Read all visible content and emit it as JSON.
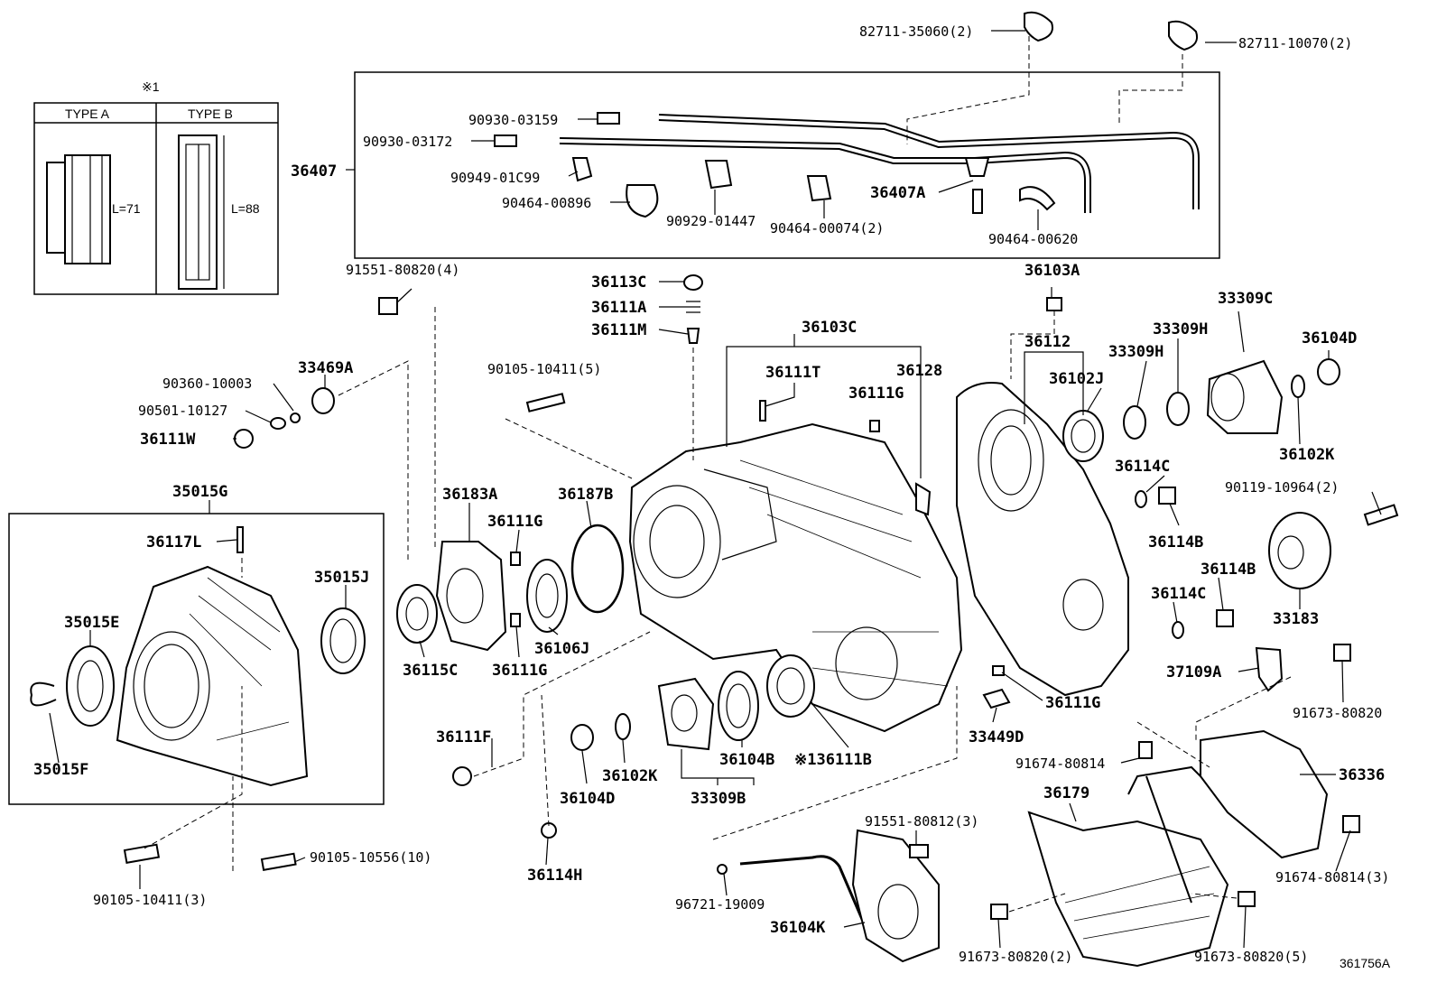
{
  "diagram_id": "361756A",
  "note_marker": "※1",
  "inset": {
    "type_a": "TYPE A",
    "type_b": "TYPE B",
    "len_a": "L=71",
    "len_b": "L=88"
  },
  "labels": {
    "p82711_35060": "82711-35060(2)",
    "p82711_10070": "82711-10070(2)",
    "p90930_03159": "90930-03159",
    "p90930_03172": "90930-03172",
    "p36407": "36407",
    "p90949_01C99": "90949-01C99",
    "p90464_00896": "90464-00896",
    "p90929_01447": "90929-01447",
    "p90464_00074": "90464-00074(2)",
    "p36407A": "36407A",
    "p90464_00620": "90464-00620",
    "p91551_80820": "91551-80820(4)",
    "p36113C": "36113C",
    "p36111A": "36111A",
    "p36111M": "36111M",
    "p36103C": "36103C",
    "p36103A": "36103A",
    "p33309C": "33309C",
    "p33309H_a": "33309H",
    "p33309H_b": "33309H",
    "p36112": "36112",
    "p36104D_a": "36104D",
    "p33469A": "33469A",
    "p90360_10003": "90360-10003",
    "p90501_10127": "90501-10127",
    "p36111W": "36111W",
    "p90105_10411_5": "90105-10411(5)",
    "p36111T": "36111T",
    "p36128": "36128",
    "p36111G_a": "36111G",
    "p36102J": "36102J",
    "p36102K_a": "36102K",
    "p36114C_a": "36114C",
    "p90119_10964": "90119-10964(2)",
    "p36114B_a": "36114B",
    "p35015G": "35015G",
    "p36183A": "36183A",
    "p36187B": "36187B",
    "p36111G_b": "36111G",
    "p36117L": "36117L",
    "p35015J": "35015J",
    "p35015E": "35015E",
    "p36115C": "36115C",
    "p36106J": "36106J",
    "p36111G_c": "36111G",
    "p36114B_b": "36114B",
    "p36114C_b": "36114C",
    "p33183": "33183",
    "p37109A": "37109A",
    "p36111G_d": "36111G",
    "p91673_80820_a": "91673-80820",
    "p36111F": "36111F",
    "p36104B": "36104B",
    "p36111B": "※136111B",
    "p33449D": "33449D",
    "p35015F": "35015F",
    "p36102K_b": "36102K",
    "p36104D_b": "36104D",
    "p33309B": "33309B",
    "p91674_80814_a": "91674-80814",
    "p36336": "36336",
    "p36179": "36179",
    "p91551_80812": "91551-80812(3)",
    "p90105_10411_3": "90105-10411(3)",
    "p90105_10556": "90105-10556(10)",
    "p36114H": "36114H",
    "p96721_19009": "96721-19009",
    "p91674_80814_b": "91674-80814(3)",
    "p36104K": "36104K",
    "p91673_80820_b": "91673-80820(2)",
    "p91673_80820_c": "91673-80820(5)"
  }
}
